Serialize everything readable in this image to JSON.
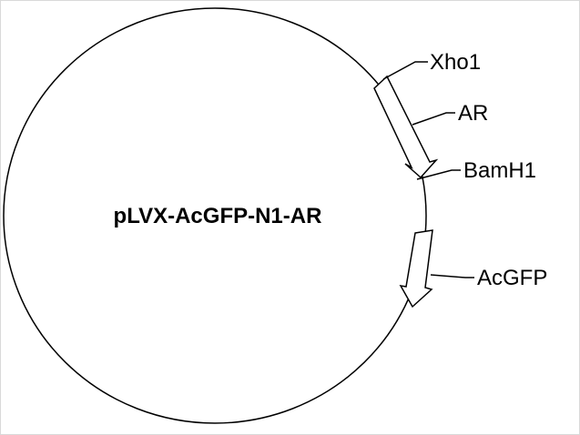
{
  "plasmid": {
    "name": "pLVX-AcGFP-N1-AR"
  },
  "labels": {
    "xho1": "Xho1",
    "ar": "AR",
    "bamh1": "BamH1",
    "acgfp": "AcGFP"
  },
  "colors": {
    "stroke": "#000000",
    "fill": "#ffffff"
  }
}
